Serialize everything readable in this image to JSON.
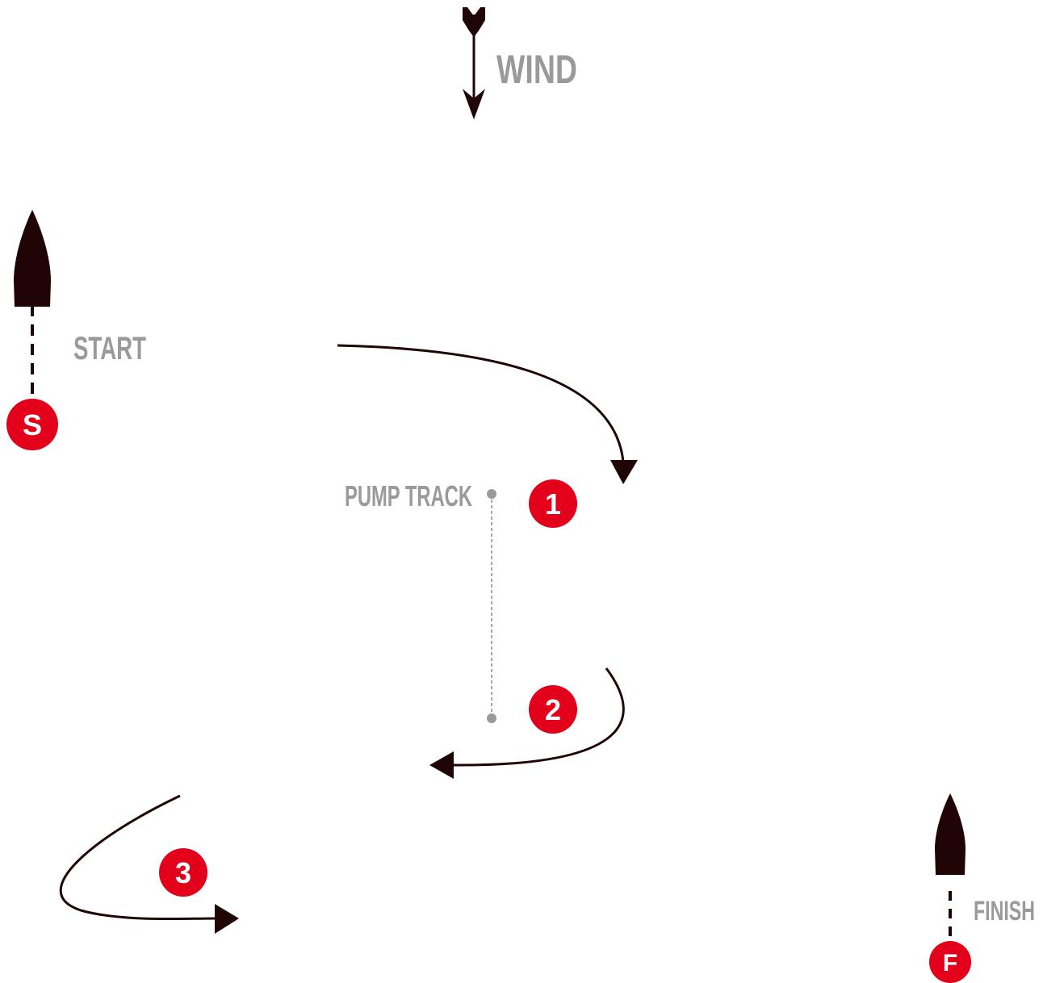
{
  "wind": {
    "label": "WIND"
  },
  "start": {
    "label": "START",
    "mark_letter": "S"
  },
  "finish": {
    "label": "FINISH",
    "mark_letter": "F"
  },
  "pump_track": {
    "label": "PUMP TRACK"
  },
  "marks": [
    {
      "number": "1"
    },
    {
      "number": "2"
    },
    {
      "number": "3"
    }
  ],
  "colors": {
    "mark_red": "#e3001b",
    "boat": "#1f0505",
    "arrow": "#1f0505",
    "label_gray": "#9a9a9a",
    "pump_track_line": "#a8a8a8"
  },
  "icons": {
    "wind": "arrow-down-icon",
    "boat": "boat-hull-icon",
    "mark": "round-mark-icon"
  }
}
